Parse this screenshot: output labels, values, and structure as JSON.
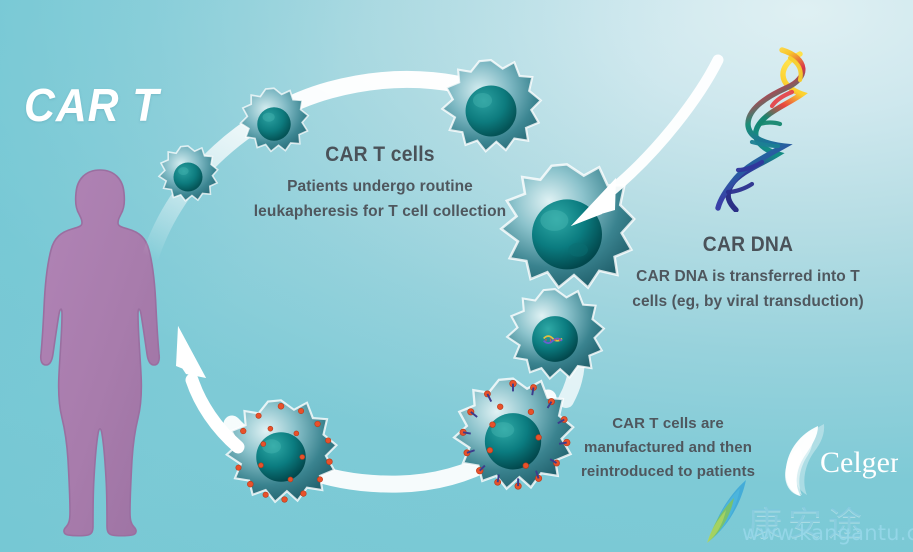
{
  "title": "CAR T",
  "background": {
    "color_light": "#cfe8ef",
    "color_dark": "#74c7d3"
  },
  "patient": {
    "label": "patient-silhouette",
    "color": "#a87cac"
  },
  "sections": {
    "car_t_cells": {
      "heading": "CAR T cells",
      "body": "Patients undergo routine leukapheresis for T cell collection"
    },
    "car_dna": {
      "heading": "CAR DNA",
      "body": "CAR DNA is transferred into T cells (eg, by viral transduction)"
    },
    "manufacture": {
      "heading": "",
      "body": "CAR T cells are manufactured and then reintroduced to patients"
    }
  },
  "graphics": {
    "dna_helix": "dna-helix-icon",
    "cells": [
      {
        "name": "t-cell-small-1",
        "receptors": false
      },
      {
        "name": "t-cell-small-2",
        "receptors": false
      },
      {
        "name": "t-cell-top-right",
        "receptors": false
      },
      {
        "name": "t-cell-large-center",
        "receptors": false
      },
      {
        "name": "t-cell-transduced",
        "receptors": false
      },
      {
        "name": "car-t-cell-bottom-right",
        "receptors": true
      },
      {
        "name": "car-t-cell-bottom-left",
        "receptors": true
      }
    ],
    "arrows": [
      {
        "name": "arrow-collection",
        "direction": "up-right"
      },
      {
        "name": "arrow-dna-transfer",
        "direction": "down-left"
      },
      {
        "name": "arrow-reintroduce",
        "direction": "up-left"
      }
    ],
    "colors": {
      "cell_body": "#2f7f8c",
      "cell_nucleus": "#0b6f74",
      "receptor": "#e8512b",
      "arrow": "#ffffff",
      "text": "#4f575e"
    }
  },
  "logo": {
    "brand": "Celgene",
    "watermark_cn": "康安途",
    "watermark_url": "www.kangantu.com"
  }
}
